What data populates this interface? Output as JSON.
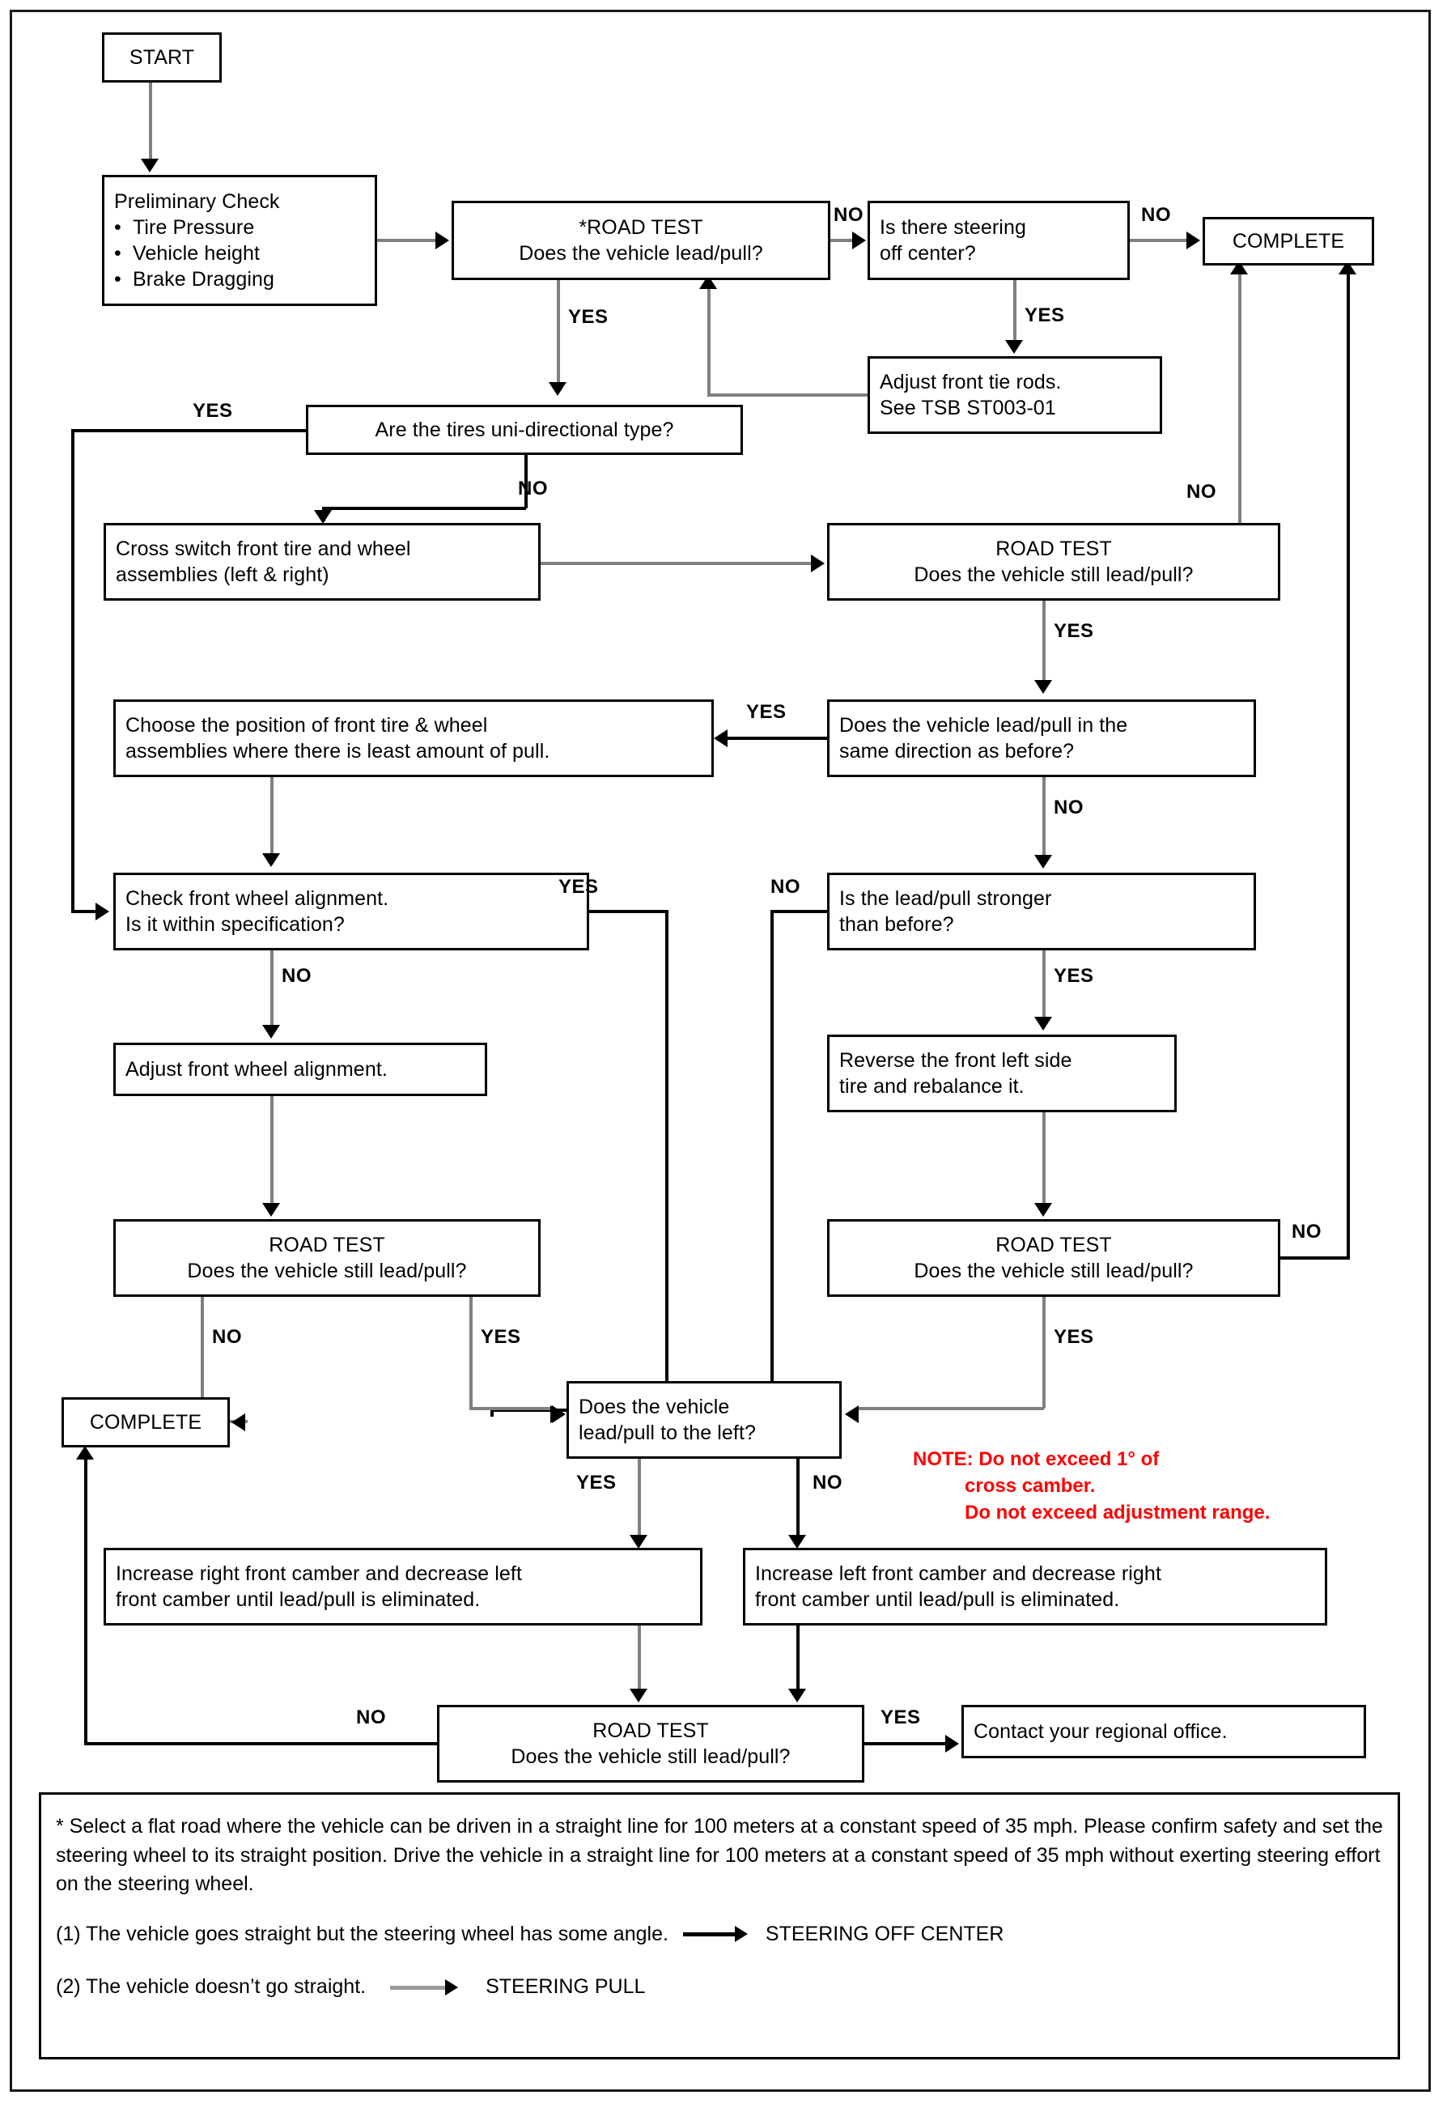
{
  "diagram": {
    "title": "Steering lead/pull diagnostic flowchart",
    "note_color": "#ff0000",
    "nodes": {
      "start": "START",
      "prelim_title": "Preliminary Check",
      "prelim_b1": "Tire Pressure",
      "prelim_b2": "Vehicle height",
      "prelim_b3": "Brake Dragging",
      "roadtest1_l1": "*ROAD TEST",
      "roadtest1_l2": "Does the vehicle lead/pull?",
      "steering_off_l1": "Is there steering",
      "steering_off_l2": "off center?",
      "complete_top": "COMPLETE",
      "tierods_l1": "Adjust front tie rods.",
      "tierods_l2": "See TSB ST003-01",
      "unidir": "Are the tires uni-directional type?",
      "crossswitch_l1": "Cross switch front tire and wheel",
      "crossswitch_l2": "assemblies (left & right)",
      "roadtest2_l1": "ROAD TEST",
      "roadtest2_l2": "Does the vehicle still lead/pull?",
      "choosepos_l1": "Choose the position of front tire & wheel",
      "choosepos_l2": "assemblies where there is least amount of pull.",
      "samedir_l1": "Does the vehicle lead/pull in the",
      "samedir_l2": "same direction as before?",
      "checkalign_l1": "Check front wheel alignment.",
      "checkalign_l2": "Is it within specification?",
      "stronger_l1": "Is the lead/pull stronger",
      "stronger_l2": "than before?",
      "adjustalign": "Adjust front wheel alignment.",
      "reverse_l1": "Reverse the front left side",
      "reverse_l2": "tire and rebalance it.",
      "roadtest3_l1": "ROAD TEST",
      "roadtest3_l2": "Does the vehicle still lead/pull?",
      "roadtest4_l1": "ROAD TEST",
      "roadtest4_l2": "Does the vehicle still lead/pull?",
      "complete_bottom": "COMPLETE",
      "leftpull_l1": "Does the vehicle",
      "leftpull_l2": "lead/pull to the left?",
      "camber_right_l1": "Increase right front camber and decrease left",
      "camber_right_l2": "front camber until lead/pull is eliminated.",
      "camber_left_l1": "Increase left front camber and decrease right",
      "camber_left_l2": "front camber until lead/pull is eliminated.",
      "roadtest5_l1": "ROAD TEST",
      "roadtest5_l2": "Does the vehicle still lead/pull?",
      "regional": "Contact your regional office."
    },
    "edge_labels": {
      "e1_no": "NO",
      "e2_no": "NO",
      "e3_yes": "YES",
      "e4_yes": "YES",
      "e5_yes": "YES",
      "e6_no": "NO",
      "e7_no": "NO",
      "e8_yes": "YES",
      "e9_yes": "YES",
      "e10_no": "NO",
      "e11_no": "NO",
      "e12_yes": "YES",
      "e13_yes": "YES",
      "e14_no": "NO",
      "e15_no": "NO",
      "e16_yes": "YES",
      "e17_no": "NO",
      "e18_yes": "YES",
      "e19_yes": "YES",
      "e20_no": "NO",
      "e21_no": "NO",
      "e22_yes": "YES"
    },
    "note": {
      "line1": "NOTE: Do not exceed 1° of",
      "line2": "cross camber.",
      "line3": "Do not exceed adjustment range."
    },
    "footnote": {
      "paragraph": "* Select a flat road where the vehicle can be driven in a straight line for 100 meters at a constant speed of 35 mph. Please confirm safety and set the steering wheel to its straight position. Drive the vehicle in a straight line for 100 meters at a constant speed of 35 mph without exerting steering effort on the steering wheel.",
      "item1_text": "(1) The vehicle goes straight but the steering wheel has some angle.",
      "item1_result": "STEERING OFF CENTER",
      "item2_text": "(2) The vehicle doesn’t go straight.",
      "item2_result": "STEERING PULL"
    }
  }
}
